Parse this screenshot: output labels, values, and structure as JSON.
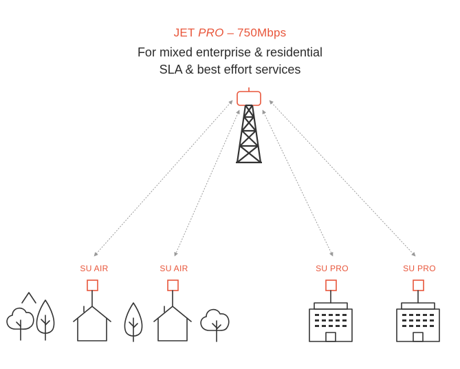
{
  "header": {
    "title_part1": "JET ",
    "title_italic": "PRO",
    "title_part2": " – 750Mbps",
    "subtitle_line1": "For mixed enterprise & residential",
    "subtitle_line2": "SLA & best effort services"
  },
  "endpoints": [
    {
      "label": "SU AIR",
      "kind": "house"
    },
    {
      "label": "SU AIR",
      "kind": "house"
    },
    {
      "label": "SU PRO",
      "kind": "building"
    },
    {
      "label": "SU PRO",
      "kind": "building"
    }
  ],
  "colors": {
    "accent": "#e8553a",
    "line": "#333333",
    "link": "#9a9a9a",
    "text": "#2b2b2b"
  }
}
